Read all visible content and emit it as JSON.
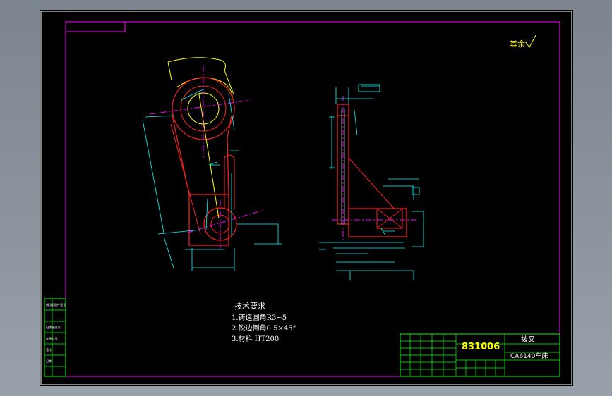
{
  "drawing": {
    "surface_roughness": "其余",
    "tech_req_title": "技术要求",
    "tech_req_items": [
      "1.铸造圆角R3~5",
      "2.锐边倒角0.5×45°",
      "3.材料 HT200"
    ],
    "drawing_number": "831006",
    "part_name": "拨叉",
    "machine": "CA6140车床",
    "side_labels": [
      "借(通)用件登记",
      "旧底图总号",
      "底图总号",
      "签字",
      "日期"
    ]
  },
  "colors": {
    "background": "#000000",
    "border": "#ffffff",
    "title_block": "#00ff00",
    "outline": "#ff2020",
    "dimension": "#00ffff",
    "center_line": "#ff00ff",
    "annotation": "#ffff00"
  }
}
